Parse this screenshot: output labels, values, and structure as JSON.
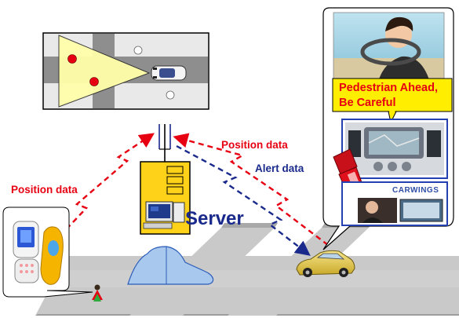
{
  "labels": {
    "position_left": "Position data",
    "position_top": "Position data",
    "alert": "Alert data",
    "server": "Server",
    "callout_line1": "Pedestrian Ahead,",
    "callout_line2": "Be Careful",
    "carwings": "CARWINGS"
  },
  "colors": {
    "position_arrow": "#e60012",
    "alert_arrow": "#1a2a8c",
    "server_box": "#ffd21a",
    "callout_bg": "#ffee00",
    "road": "#c8c8c8"
  },
  "icons": {
    "antenna": "antenna-icon",
    "server": "server-icon",
    "phone": "phone-icon",
    "car": "car-icon",
    "pedestrian": "pedestrian-icon"
  }
}
